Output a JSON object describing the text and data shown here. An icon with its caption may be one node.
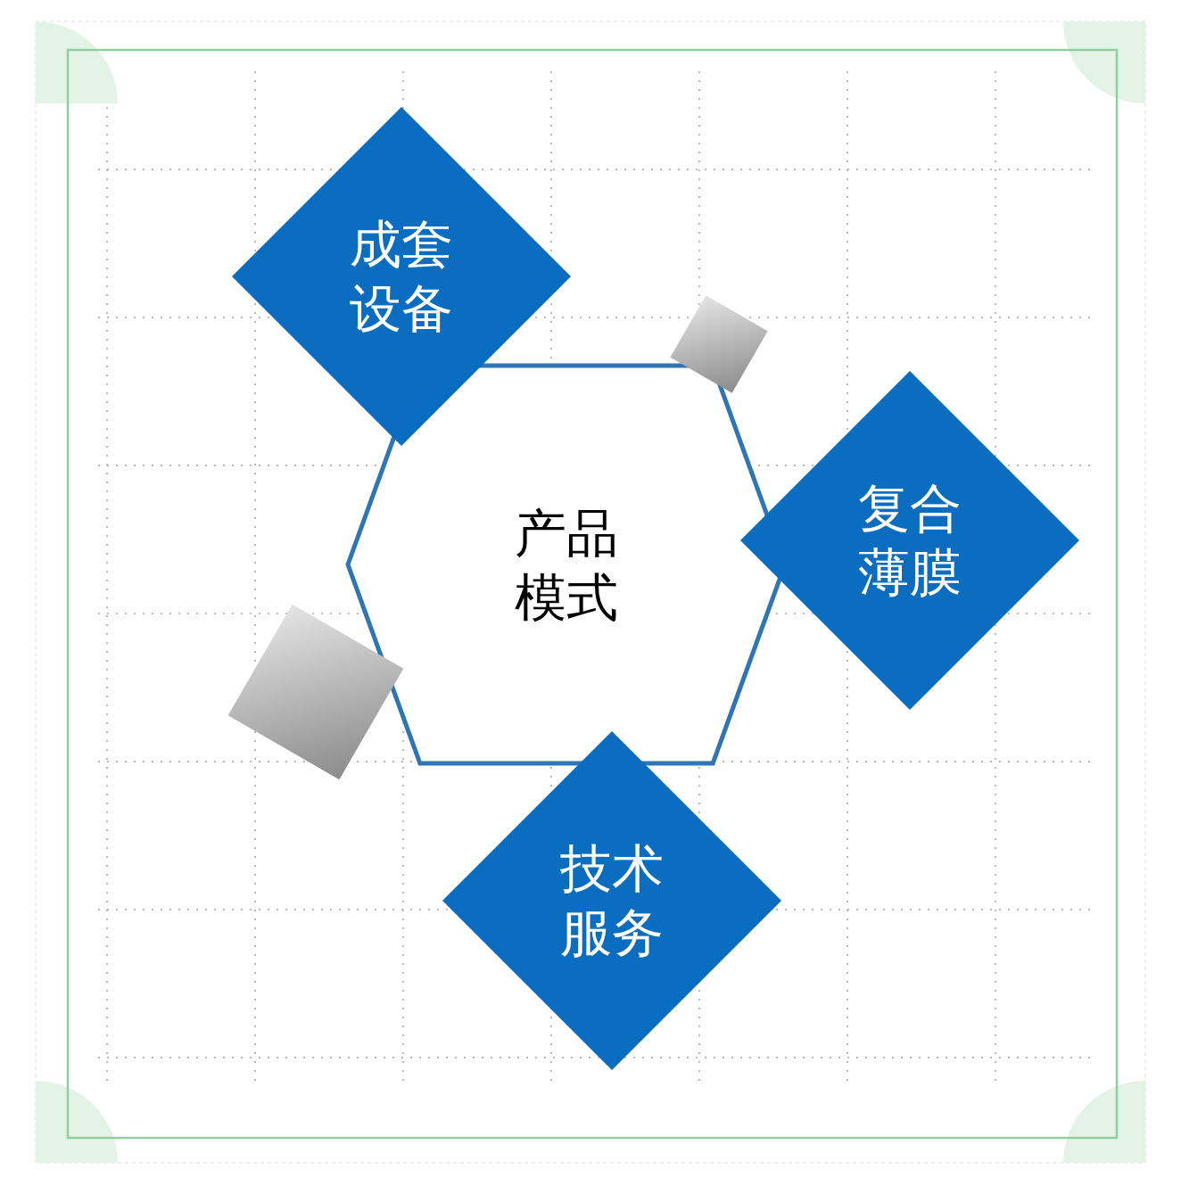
{
  "diagram": {
    "nodes": [
      {
        "text": [
          "成套设备"
        ]
      },
      {
        "text": [
          "产品模式"
        ]
      },
      {
        "text": [
          "复合薄膜"
        ]
      },
      {
        "text": [
          "技术服务"
        ]
      },
      {
        "text": [],
        "shape": "box"
      },
      {
        "text": [],
        "shape": "box"
      }
    ],
    "edges": []
  }
}
